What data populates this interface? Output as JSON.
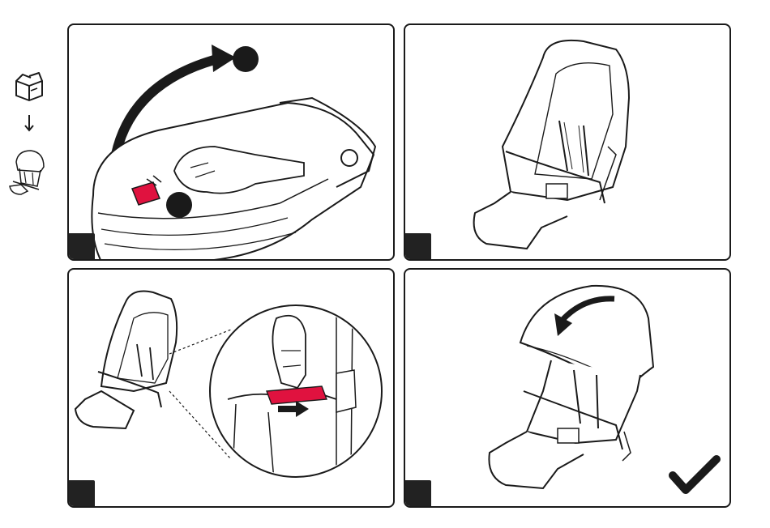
{
  "sidebar": {
    "icons": [
      "open-box-icon",
      "arrow-down-icon",
      "stroller-seat-icon"
    ]
  },
  "panels": [
    {
      "step": "",
      "name": "step-panel-1",
      "callouts": [
        "",
        ""
      ]
    },
    {
      "step": "",
      "name": "step-panel-2"
    },
    {
      "step": "",
      "name": "step-panel-3"
    },
    {
      "step": "",
      "name": "step-panel-4",
      "result_icon": "checkmark-icon"
    }
  ],
  "colors": {
    "outline": "#1a1a1a",
    "accent": "#e0123f",
    "badge": "#222222"
  }
}
